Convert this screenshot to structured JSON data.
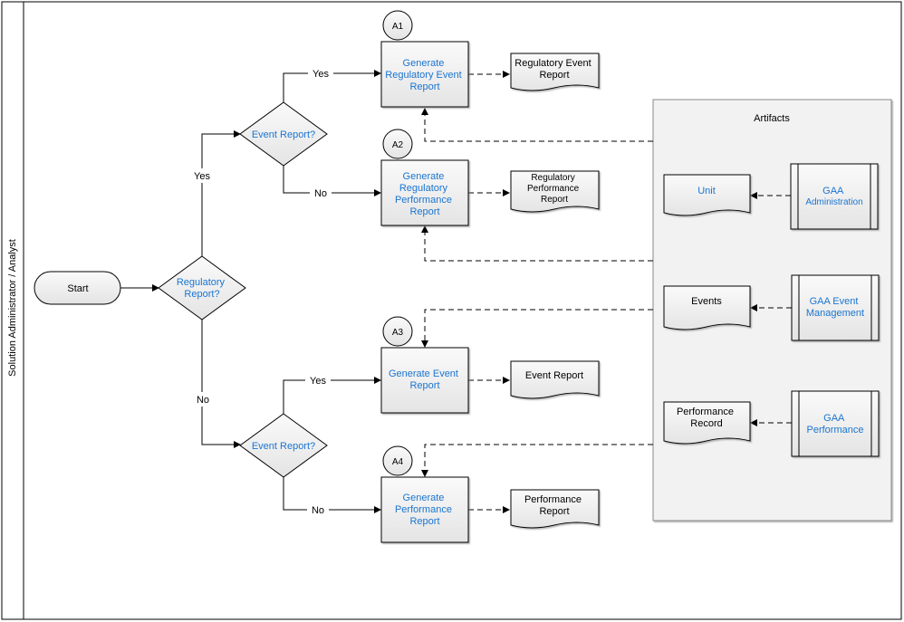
{
  "lane": {
    "label": "Solution Administrator / Analyst"
  },
  "colors": {
    "link_text": "#1b75d0",
    "box_fill": "#ededed",
    "lane_border": "#000000"
  },
  "start": {
    "label": "Start"
  },
  "decisions": {
    "regulatory": {
      "lines": [
        "Regulatory",
        "Report?"
      ]
    },
    "event_top": {
      "lines": [
        "Event Report?"
      ]
    },
    "event_bottom": {
      "lines": [
        "Event Report?"
      ]
    }
  },
  "edge_labels": {
    "reg_yes": "Yes",
    "reg_no": "No",
    "top_yes": "Yes",
    "top_no": "No",
    "bottom_yes": "Yes",
    "bottom_no": "No"
  },
  "steps": [
    {
      "id": "A1",
      "lines": [
        "Generate",
        "Regulatory Event",
        "Report"
      ]
    },
    {
      "id": "A2",
      "lines": [
        "Generate",
        "Regulatory",
        "Performance",
        "Report"
      ]
    },
    {
      "id": "A3",
      "lines": [
        "Generate Event",
        "Report"
      ]
    },
    {
      "id": "A4",
      "lines": [
        "Generate",
        "Performance",
        "Report"
      ]
    }
  ],
  "outputs": [
    {
      "lines": [
        "Regulatory Event",
        "Report"
      ]
    },
    {
      "lines": [
        "Regulatory",
        "Performance",
        "Report"
      ]
    },
    {
      "lines": [
        "Event Report"
      ]
    },
    {
      "lines": [
        "Performance",
        "Report"
      ]
    }
  ],
  "artifacts": {
    "title": "Artifacts",
    "documents": [
      {
        "lines": [
          "Unit"
        ]
      },
      {
        "lines": [
          "Events"
        ]
      },
      {
        "lines": [
          "Performance",
          "Record"
        ]
      }
    ],
    "modules": [
      {
        "lines": [
          "GAA",
          "Administration"
        ]
      },
      {
        "lines": [
          "GAA Event",
          "Management"
        ]
      },
      {
        "lines": [
          "GAA",
          "Performance"
        ]
      }
    ]
  }
}
